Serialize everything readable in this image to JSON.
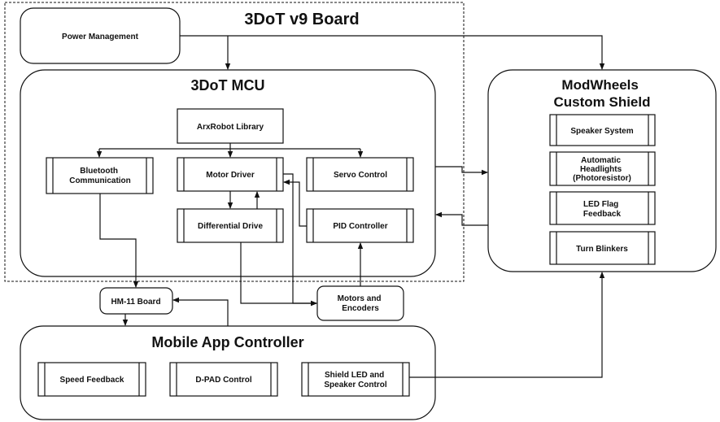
{
  "board_title": "3DoT v9 Board",
  "power_management": "Power Management",
  "mcu": {
    "title": "3DoT MCU",
    "arxrobot_library": "ArxRobot Library",
    "bluetooth": [
      "Bluetooth",
      "Communication"
    ],
    "motor_driver": "Motor Driver",
    "servo_control": "Servo Control",
    "differential_drive": "Differential Drive",
    "pid_controller": "PID Controller"
  },
  "shield": {
    "title": [
      "ModWheels",
      "Custom Shield"
    ],
    "speaker_system": "Speaker System",
    "headlights": [
      "Automatic",
      "Headlights",
      "(Photoresistor)"
    ],
    "led_flag": [
      "LED Flag",
      "Feedback"
    ],
    "turn_blinkers": "Turn Blinkers"
  },
  "hm11": "HM-11 Board",
  "motors_encoders": [
    "Motors and",
    "Encoders"
  ],
  "app": {
    "title": "Mobile App Controller",
    "speed_feedback": "Speed Feedback",
    "dpad": "D-PAD Control",
    "shield_control": [
      "Shield LED and",
      "Speaker Control"
    ]
  }
}
